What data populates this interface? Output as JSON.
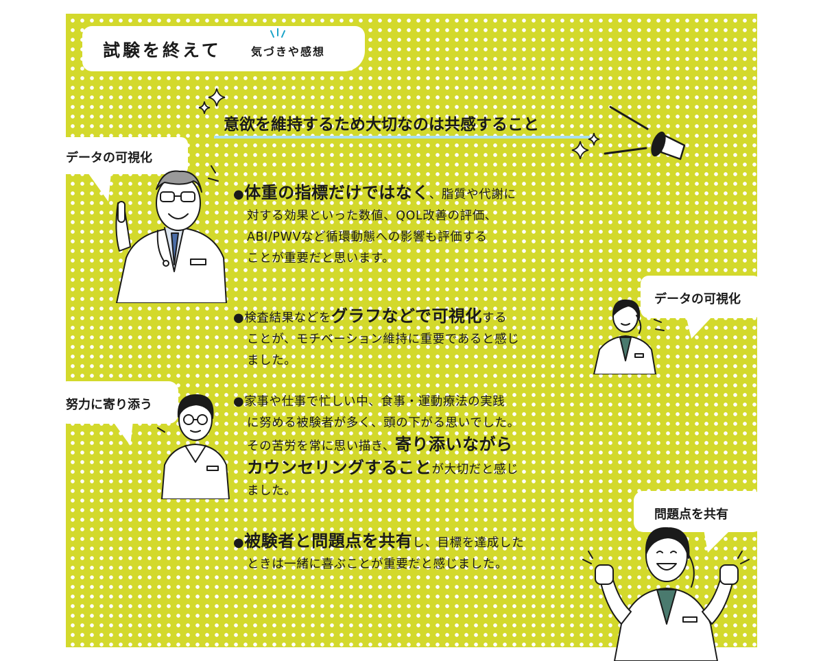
{
  "title": {
    "main": "試験を終えて",
    "sub": "気づきや感想"
  },
  "headline": "意欲を維持するため大切なのは共感すること",
  "bubbles": {
    "data_viz_left": "データの可視化",
    "data_viz_right": "データの可視化",
    "effort": "努力に寄り添う",
    "share": "問題点を共有"
  },
  "paragraphs": {
    "p1": {
      "bullet": "●",
      "emph": "体重の指標だけではなく",
      "rest1": "、脂質や代謝に",
      "line2": "対する効果といった数値、QOL改善の評価、",
      "line3": "ABI/PWVなど循環動態への影響も評価する",
      "line4": "ことが重要だと思います。"
    },
    "p2": {
      "bullet": "●",
      "pre": "検査結果などを",
      "emph": "グラフなどで可視化",
      "post": "する",
      "line2": "ことが、モチベーション維持に重要であると感じ",
      "line3": "ました。"
    },
    "p3": {
      "bullet": "●",
      "line1": "家事や仕事で忙しい中、食事・運動療法の実践",
      "line2": "に努める被験者が多く、頭の下がる思いでした。",
      "line3_pre": "その苦労を常に思い描き、",
      "line3_emph": "寄り添いながら",
      "line4_emph": "カウンセリングすること",
      "line4_post": "が大切だと感じ",
      "line5": "ました。"
    },
    "p4": {
      "bullet": "●",
      "emph": "被験者と問題点を共有",
      "rest1": "し、目標を達成した",
      "line2": "ときは一緒に喜ぶことが重要だと感じました。"
    }
  },
  "colors": {
    "background": "#d3d92c",
    "dots": "#ffffff",
    "underline": "#a9dff0",
    "text": "#1a1a1a",
    "accent_blue": "#1aa3c8"
  }
}
